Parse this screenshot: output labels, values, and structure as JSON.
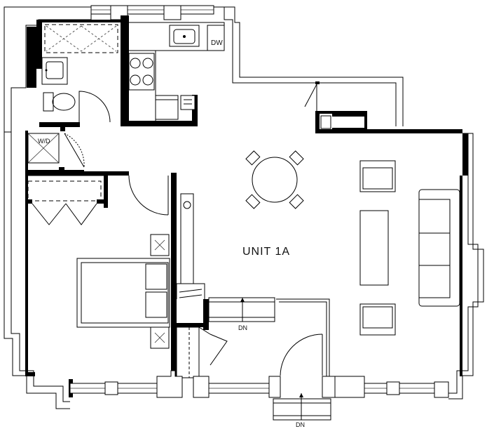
{
  "labels": {
    "unit": "UNIT  1A",
    "dishwasher": "DW",
    "washer_dryer": "W/D",
    "stair_down_1": "DN",
    "stair_down_2": "DN"
  }
}
